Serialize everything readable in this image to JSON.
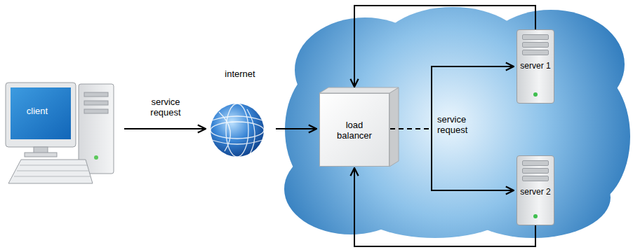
{
  "diagram": {
    "nodes": [
      {
        "text": [
          "client"
        ]
      },
      {
        "text": [
          "internet"
        ]
      },
      {
        "text": [
          "load balancer"
        ]
      },
      {
        "text": [
          "server 1"
        ]
      },
      {
        "text": [
          "server 2"
        ]
      }
    ],
    "edges": [
      {
        "from": 0,
        "to": 1,
        "arrow": "to",
        "label": "service request"
      },
      {
        "from": 1,
        "to": 2,
        "arrow": "to"
      },
      {
        "from": 2,
        "to": 3,
        "arrow": "to",
        "label": "service request"
      },
      {
        "from": 2,
        "to": 4,
        "arrow": "to"
      },
      {
        "from": 3,
        "to": 2,
        "arrow": "to"
      },
      {
        "from": 4,
        "to": 2,
        "arrow": "to"
      }
    ]
  }
}
